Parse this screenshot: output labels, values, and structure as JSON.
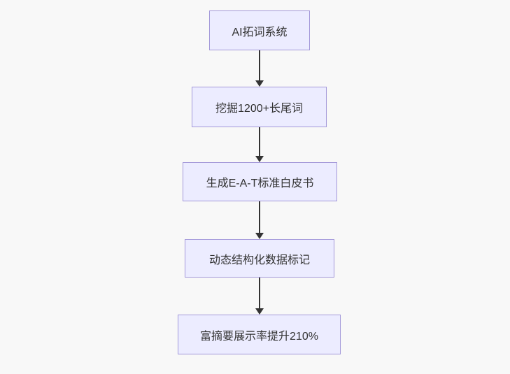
{
  "diagram": {
    "type": "flowchart",
    "direction": "top-down",
    "colors": {
      "background": "#f8f8f8",
      "node_fill": "#ECECFF",
      "node_border": "#a398d9",
      "arrow": "#333333",
      "text": "#333333"
    },
    "nodes": [
      {
        "label": "AI拓词系统"
      },
      {
        "label": "挖掘1200+长尾词"
      },
      {
        "label": "生成E-A-T标准白皮书"
      },
      {
        "label": "动态结构化数据标记"
      },
      {
        "label": "富摘要展示率提升210%"
      }
    ],
    "edges": [
      {
        "from": "AI拓词系统",
        "to": "挖掘1200+长尾词"
      },
      {
        "from": "挖掘1200+长尾词",
        "to": "生成E-A-T标准白皮书"
      },
      {
        "from": "生成E-A-T标准白皮书",
        "to": "动态结构化数据标记"
      },
      {
        "from": "动态结构化数据标记",
        "to": "富摘要展示率提升210%"
      }
    ]
  }
}
